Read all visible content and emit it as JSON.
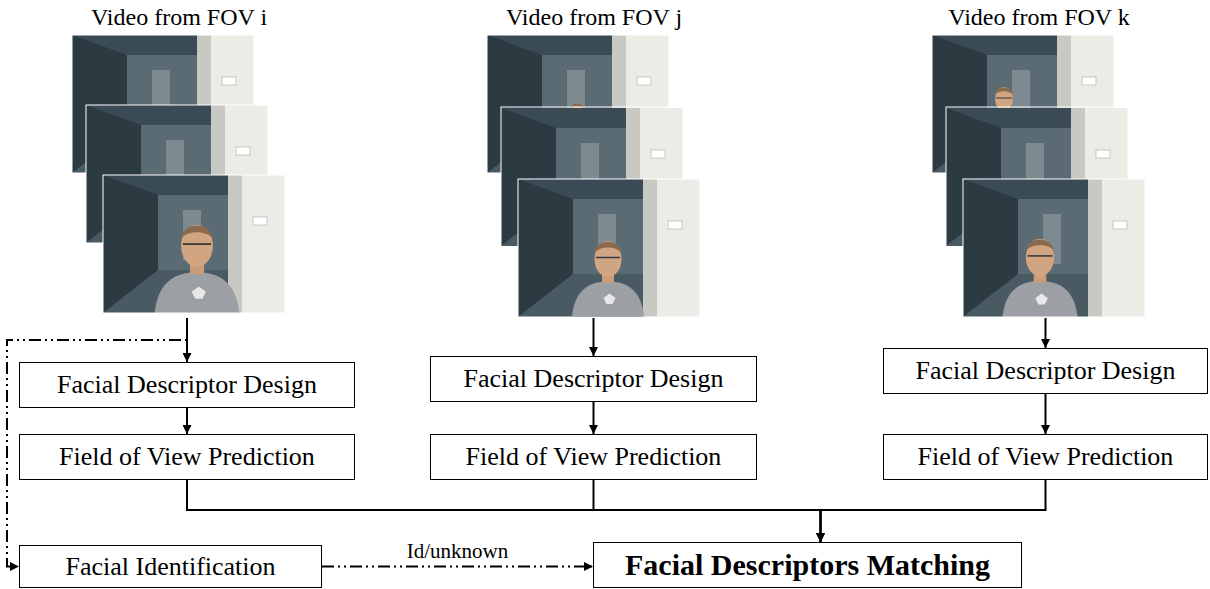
{
  "diagram": {
    "nodes": [
      {
        "text": [
          "Video from FOV i"
        ]
      },
      {
        "text": [
          "Video from FOV j"
        ]
      },
      {
        "text": [
          "Video from FOV k"
        ]
      },
      {
        "text": [
          "Facial Descriptor Design"
        ]
      },
      {
        "text": [
          "Facial Descriptor Design"
        ]
      },
      {
        "text": [
          "Facial Descriptor Design"
        ]
      },
      {
        "text": [
          "Field of View Prediction"
        ]
      },
      {
        "text": [
          "Field of View Prediction"
        ]
      },
      {
        "text": [
          "Field of View Prediction"
        ]
      },
      {
        "text": [
          "Facial Identification"
        ]
      },
      {
        "text": [
          "Facial Descriptors Matching"
        ]
      }
    ],
    "edges": [
      {
        "from": 0,
        "to": 3,
        "arrow": "to"
      },
      {
        "from": 3,
        "to": 6,
        "arrow": "to"
      },
      {
        "from": 1,
        "to": 4,
        "arrow": "to"
      },
      {
        "from": 4,
        "to": 7,
        "arrow": "to"
      },
      {
        "from": 2,
        "to": 5,
        "arrow": "to"
      },
      {
        "from": 5,
        "to": 8,
        "arrow": "to"
      },
      {
        "from": 6,
        "to": 10,
        "arrow": "to"
      },
      {
        "from": 7,
        "to": 10,
        "arrow": "to"
      },
      {
        "from": 8,
        "to": 10,
        "arrow": "to"
      },
      {
        "from": 0,
        "to": 9,
        "arrow": "to"
      },
      {
        "from": 9,
        "to": 10,
        "label": "Id/unknown",
        "arrow": "to"
      }
    ]
  }
}
